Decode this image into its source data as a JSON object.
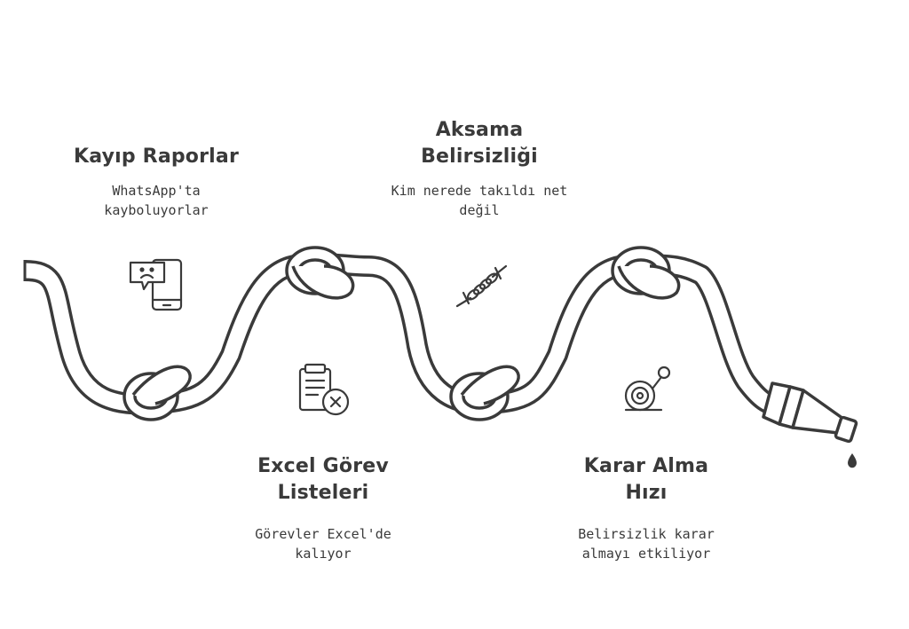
{
  "items": [
    {
      "title": [
        "Kayıp Raporlar"
      ],
      "desc": [
        "WhatsApp'ta",
        "kayboluyorlar"
      ],
      "icon": "phone-sad-message-icon"
    },
    {
      "title": [
        "Aksama",
        "Belirsizliği"
      ],
      "desc": [
        "Kim nerede takıldı net",
        "değil"
      ],
      "icon": "broken-chain-icon"
    },
    {
      "title": [
        "Excel Görev",
        "Listeleri"
      ],
      "desc": [
        "Görevler Excel'de",
        "kalıyor"
      ],
      "icon": "clipboard-cancel-icon"
    },
    {
      "title": [
        "Karar Alma",
        "Hızı"
      ],
      "desc": [
        "Belirsizlik karar",
        "almayı etkiliyor"
      ],
      "icon": "slow-speed-icon"
    }
  ],
  "colors": {
    "stroke": "#3a3a3a",
    "fill": "#ffffff"
  }
}
